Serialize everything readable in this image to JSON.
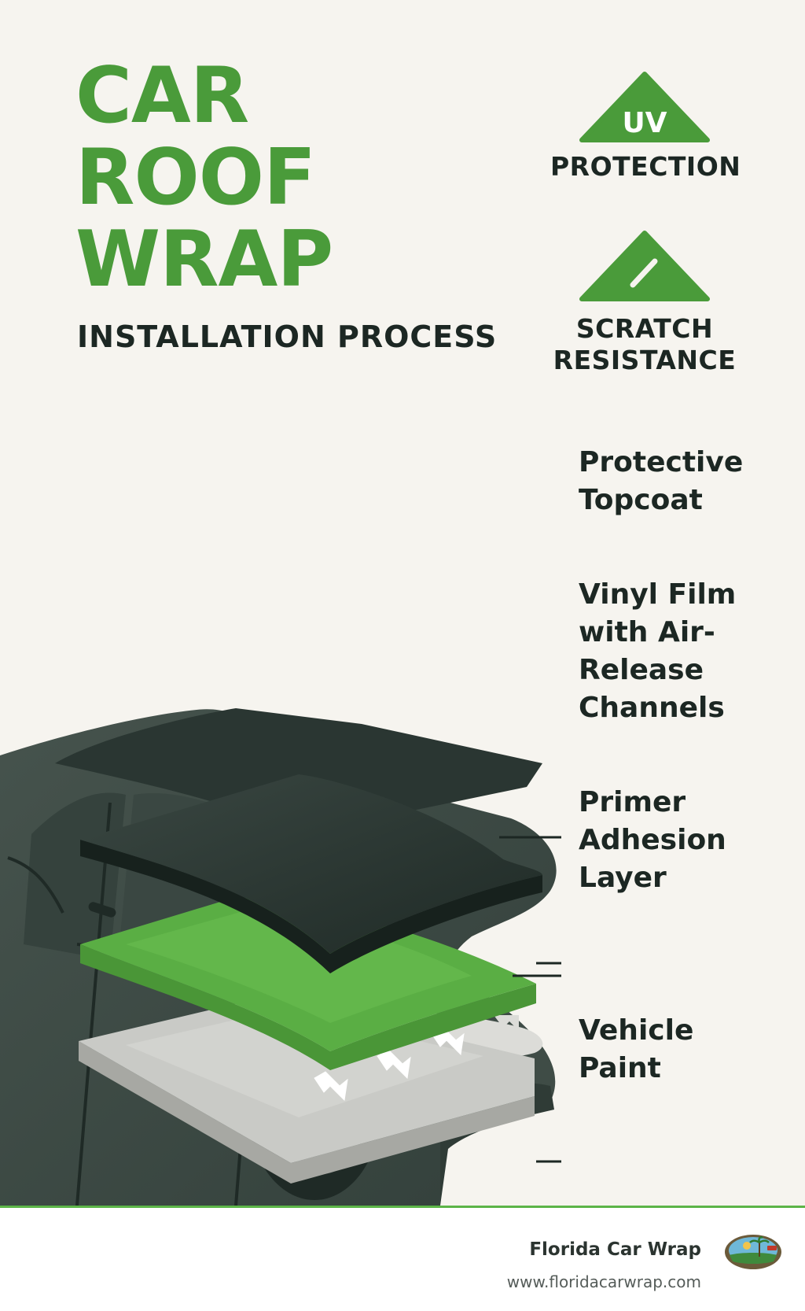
{
  "header": {
    "title_lines": [
      "CAR",
      "ROOF",
      "WRAP"
    ],
    "subtitle": "INSTALLATION PROCESS"
  },
  "badges": [
    {
      "icon": "uv-triangle-icon",
      "icon_text": "UV",
      "label": "PROTECTION"
    },
    {
      "icon": "scratch-triangle-icon",
      "label": "SCRATCH\nRESISTANCE"
    }
  ],
  "layers": [
    {
      "label": "Protective\nTopcoat"
    },
    {
      "label": "Vinyl Film\nwith Air-\nRelease\nChannels"
    },
    {
      "label": "Primer\nAdhesion\nLayer"
    },
    {
      "label": "Vehicle\nPaint"
    }
  ],
  "footer": {
    "brand_name": "Florida Car Wrap",
    "url": "www.floridacarwrap.com",
    "logo_icon": "florida-car-wrap-logo-icon"
  },
  "colors": {
    "brand_green": "#4a9b3a",
    "topcoat": "#2a3632",
    "vinyl_green": "#5aae44",
    "primer_gray": "#c9cac6",
    "car_body": "#3c4843",
    "background": "#f6f4ef"
  }
}
